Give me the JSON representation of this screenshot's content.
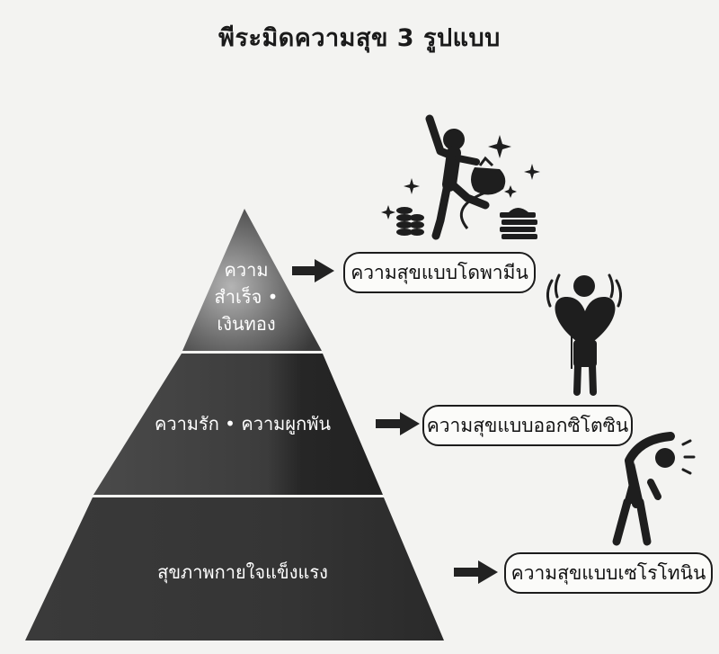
{
  "title": "พีระมิดความสุข 3 รูปแบบ",
  "tiers": [
    {
      "label_lines": [
        "ความ",
        "สำเร็จ •",
        "เงินทอง"
      ],
      "result": "ความสุขแบบโดพามีน",
      "icon": "celebrating-person-with-money-icon"
    },
    {
      "label": "ความรัก • ความผูกพัน",
      "result": "ความสุขแบบออกซิโตซิน",
      "icon": "person-holding-heart-icon"
    },
    {
      "label": "สุขภาพกายใจแข็งแรง",
      "result": "ความสุขแบบเซโรโทนิน",
      "icon": "person-stretching-icon"
    }
  ],
  "colors": {
    "background": "#f3f3f1",
    "pyramid_dark": "#2b2b2b",
    "pyramid_light": "#9a9a9a",
    "ink": "#1c1c1c"
  }
}
